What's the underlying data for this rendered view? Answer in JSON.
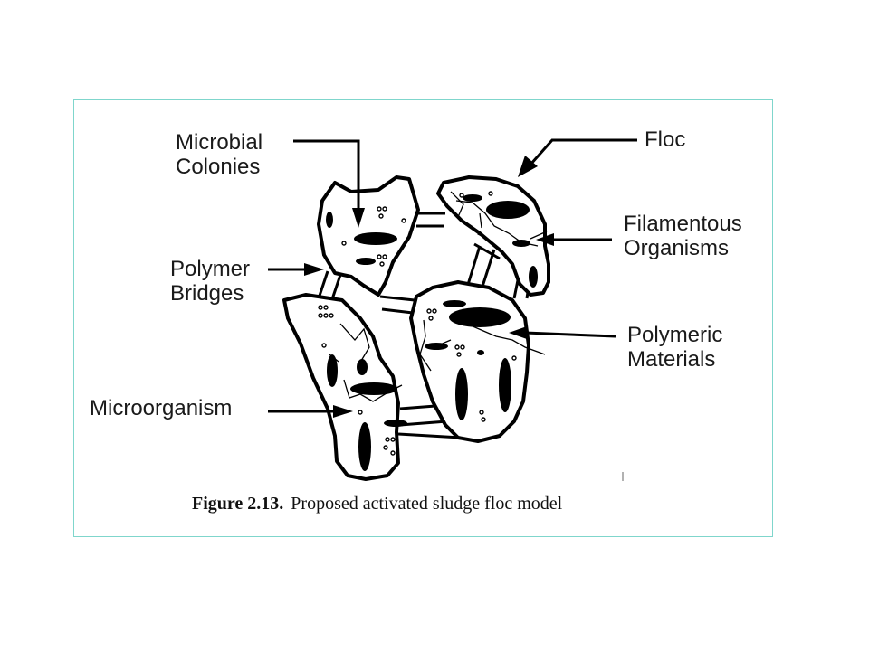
{
  "labels": {
    "microbial_colonies": [
      "Microbial",
      "Colonies"
    ],
    "floc": "Floc",
    "filamentous_organisms": [
      "Filamentous",
      "Organisms"
    ],
    "polymer_bridges": [
      "Polymer",
      "Bridges"
    ],
    "polymeric_materials": [
      "Polymeric",
      "Materials"
    ],
    "microorganism": "Microorganism"
  },
  "caption": {
    "number": "Figure 2.13.",
    "text": "Proposed activated sludge floc model"
  },
  "colors": {
    "frame_border": "#7fd6cc",
    "ink": "#000000"
  }
}
